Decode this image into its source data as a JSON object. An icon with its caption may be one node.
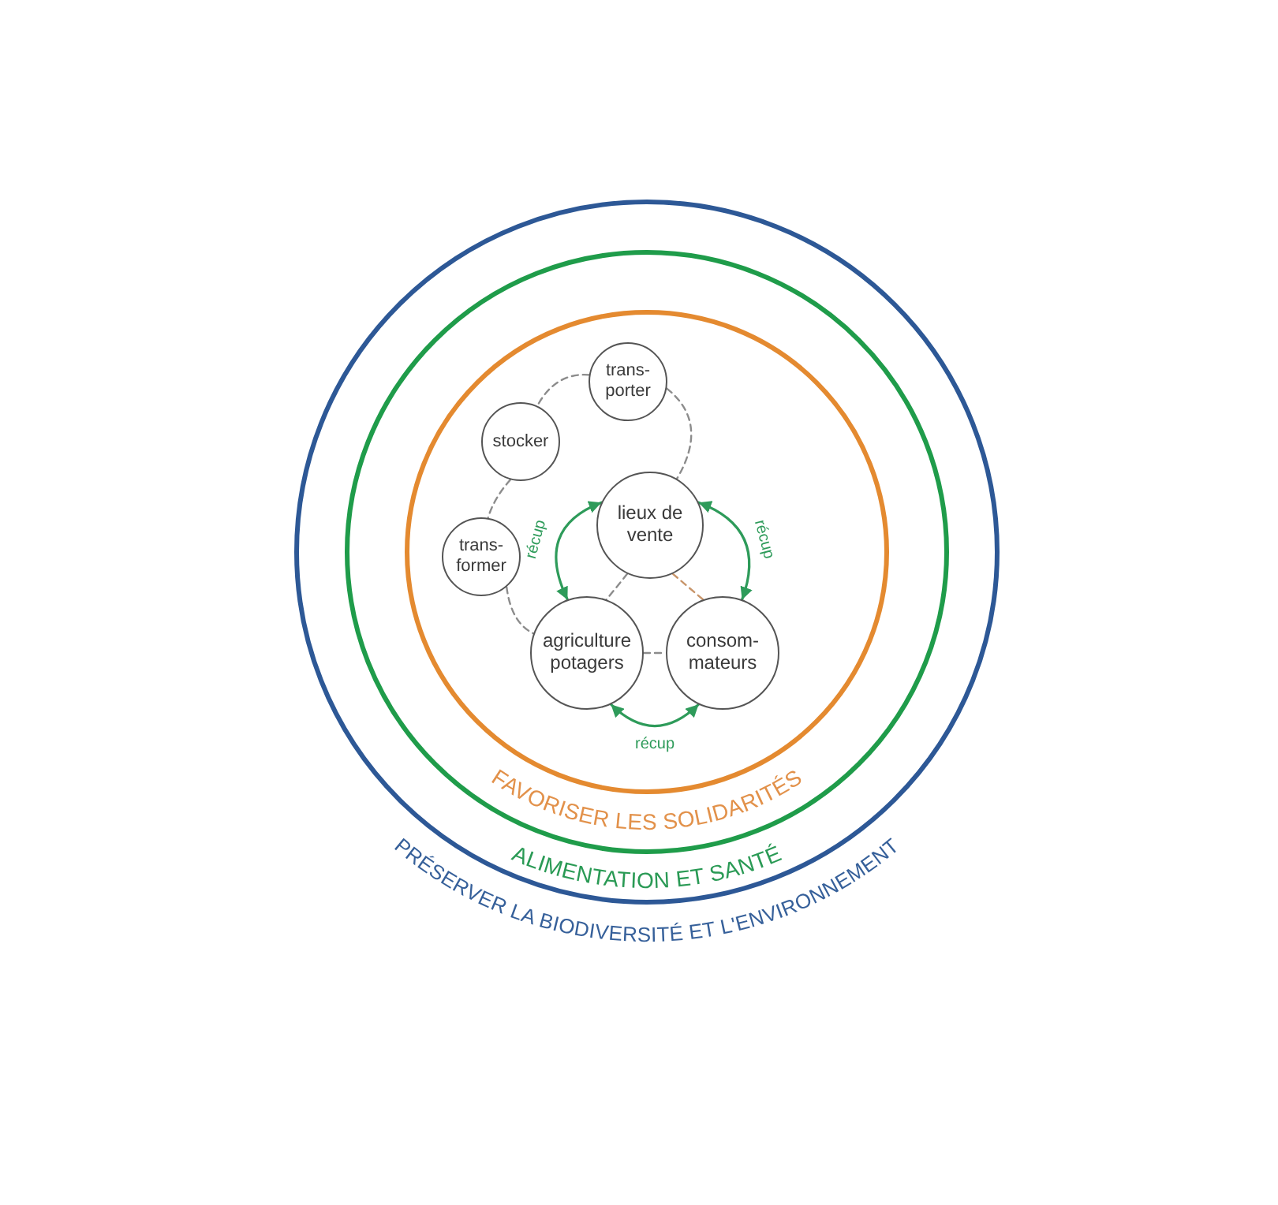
{
  "diagram": {
    "nodes": [
      {
        "text": [
          "PRÉSERVER LA BIODIVERSITÉ ET L'ENVIRONNEMENT"
        ]
      },
      {
        "text": [
          "ALIMENTATION ET SANTÉ"
        ],
        "in": 0
      },
      {
        "text": [
          "FAVORISER LES SOLIDARITÉS"
        ],
        "in": 1
      },
      {
        "text": [
          "trans- porter"
        ],
        "in": 2
      },
      {
        "text": [
          "stocker"
        ],
        "in": 2
      },
      {
        "text": [
          "trans- former"
        ],
        "in": 2
      },
      {
        "text": [
          "lieux de vente"
        ],
        "in": 2
      },
      {
        "text": [
          "agriculture potagers"
        ],
        "in": 2
      },
      {
        "text": [
          "consom- mateurs"
        ],
        "in": 2
      }
    ],
    "edges": [
      {
        "from": 3,
        "to": 4,
        "arrow": "none",
        "style": "dashed"
      },
      {
        "from": 4,
        "to": 5,
        "arrow": "none",
        "style": "dashed"
      },
      {
        "from": 5,
        "to": 7,
        "arrow": "none",
        "style": "dashed"
      },
      {
        "from": 3,
        "to": 6,
        "arrow": "none",
        "style": "dashed"
      },
      {
        "from": 6,
        "to": 7,
        "arrow": "none",
        "style": "dashed"
      },
      {
        "from": 6,
        "to": 8,
        "arrow": "none",
        "style": "dashed",
        "color": "#c8956a"
      },
      {
        "from": 7,
        "to": 8,
        "arrow": "none",
        "style": "dashed"
      },
      {
        "from": 6,
        "to": 7,
        "arrow": "both",
        "label": "récup",
        "color": "#2e9b5a"
      },
      {
        "from": 6,
        "to": 8,
        "arrow": "both",
        "label": "récup",
        "color": "#2e9b5a"
      },
      {
        "from": 7,
        "to": 8,
        "arrow": "both",
        "label": "récup",
        "color": "#2e9b5a"
      }
    ]
  }
}
